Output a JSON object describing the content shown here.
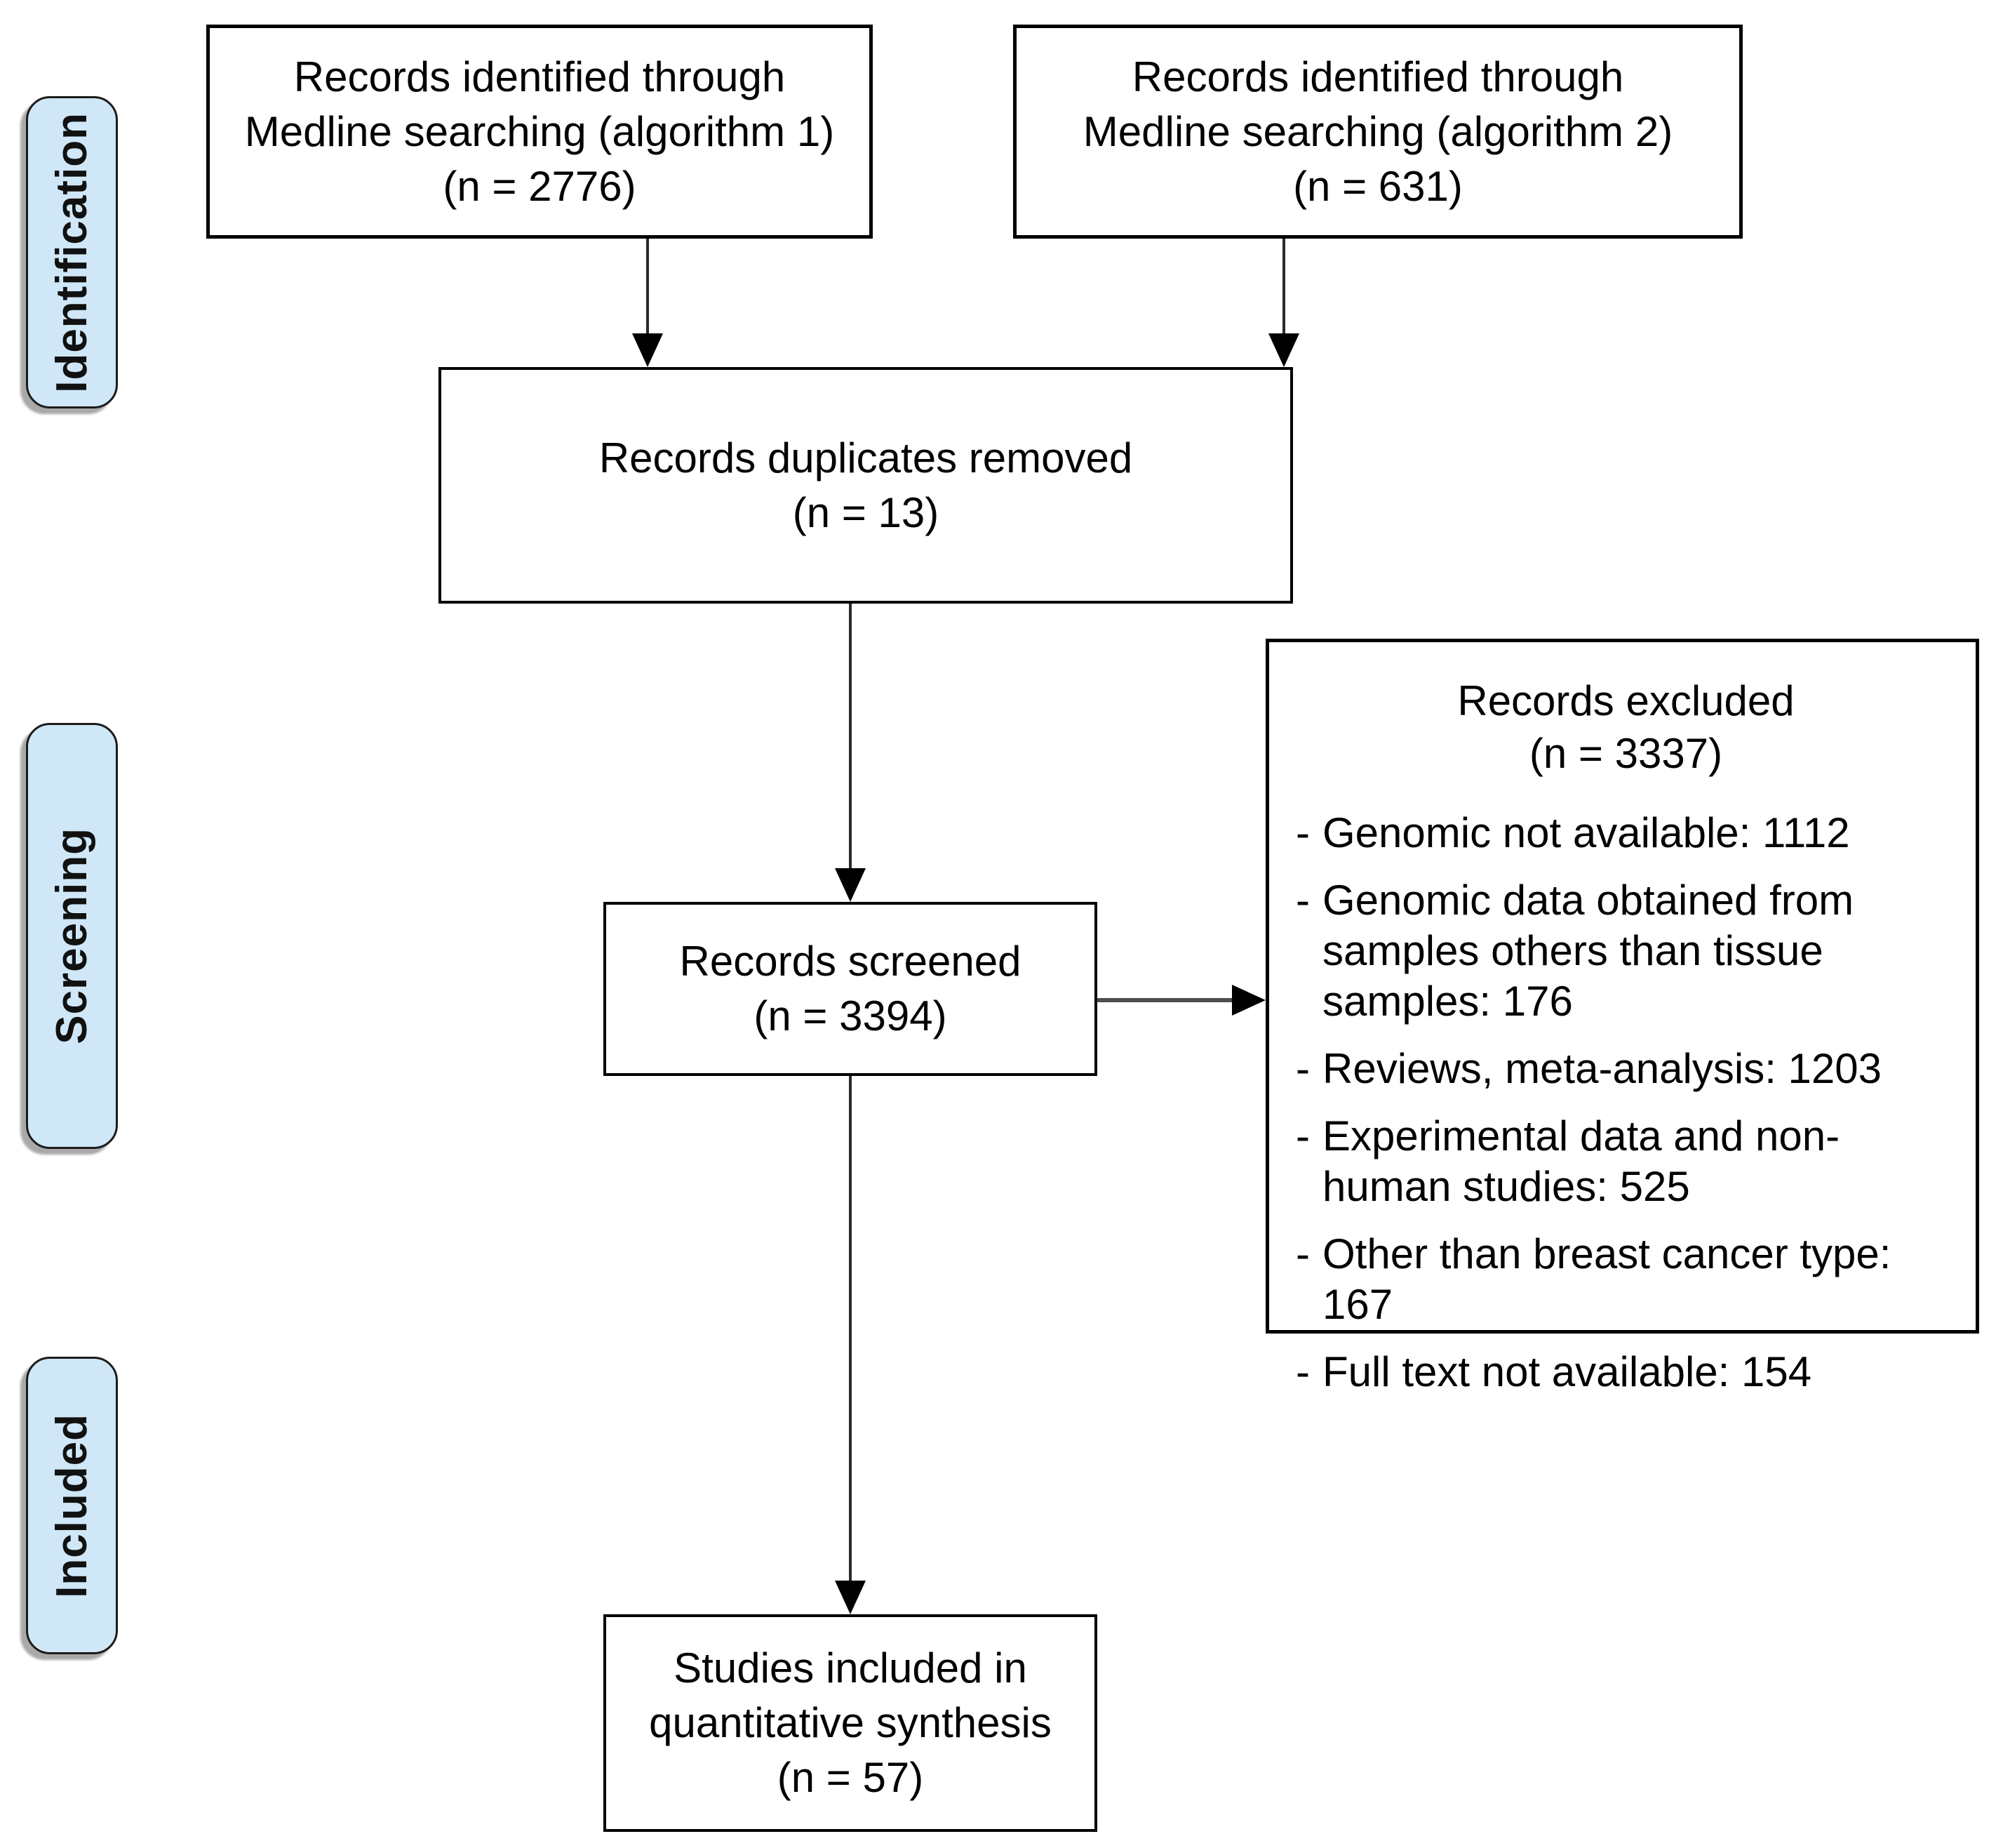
{
  "stages": {
    "identification": "Identification",
    "screening": "Screening",
    "included": "Included"
  },
  "boxes": {
    "search1": {
      "line1": "Records identified through",
      "line2": "Medline searching (algorithm 1)",
      "line3": "(n = 2776)"
    },
    "search2": {
      "line1": "Records identified through",
      "line2": "Medline searching (algorithm 2)",
      "line3": "(n = 631)"
    },
    "duplicates": {
      "line1": "Records duplicates removed",
      "line2": "(n = 13)"
    },
    "screened": {
      "line1": "Records screened",
      "line2": "(n = 3394)"
    },
    "excluded": {
      "title1": "Records excluded",
      "title2": "(n = 3337)",
      "items": [
        {
          "bullet": "-",
          "text": "Genomic not available: 1112"
        },
        {
          "bullet": "-",
          "text": "Genomic data obtained from samples others than tissue samples: 176"
        },
        {
          "bullet": "-",
          "text": "Reviews, meta-analysis: 1203"
        },
        {
          "bullet": "-",
          "text": "Experimental data and non-human studies: 525"
        },
        {
          "bullet": "-",
          "text": "Other than breast cancer type: 167"
        },
        {
          "bullet": "-",
          "text": "Full text not available: 154"
        }
      ]
    },
    "final": {
      "line1": "Studies included in",
      "line2": "quantitative synthesis",
      "line3": "(n = 57)"
    }
  },
  "colors": {
    "stage_fill": "#cfe7f7",
    "stage_border": "#1c1c1c",
    "box_border": "#000000",
    "arrow": "#2b2b2b"
  }
}
